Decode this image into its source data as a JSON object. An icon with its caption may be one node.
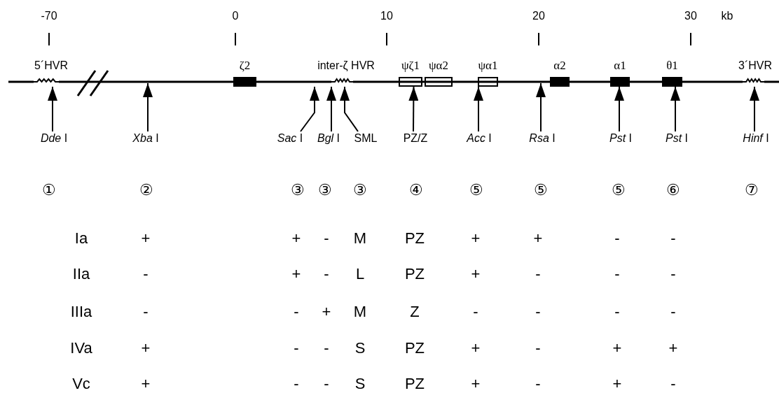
{
  "diagram": {
    "nodes": [
      {
        "text": [
          "5´HVR"
        ]
      },
      {
        "text": [
          "ζ2"
        ]
      },
      {
        "text": [
          "inter-ζ HVR"
        ]
      },
      {
        "text": [
          "ψζ1"
        ]
      },
      {
        "text": [
          "ψα2"
        ]
      },
      {
        "text": [
          "ψα1"
        ]
      },
      {
        "text": [
          "α2"
        ]
      },
      {
        "text": [
          "α1"
        ]
      },
      {
        "text": [
          "θ1"
        ]
      },
      {
        "text": [
          "3´HVR"
        ]
      },
      {
        "text": [
          "*Dde* I"
        ]
      },
      {
        "text": [
          "*Xba* I"
        ]
      },
      {
        "text": [
          "*Sac* I"
        ]
      },
      {
        "text": [
          "*Bgl* I"
        ]
      },
      {
        "text": [
          "SML"
        ]
      },
      {
        "text": [
          "PZ/Z"
        ]
      },
      {
        "text": [
          "*Acc* I"
        ]
      },
      {
        "text": [
          "*Rsa* I"
        ]
      },
      {
        "text": [
          "*Pst* I"
        ]
      },
      {
        "text": [
          "*Pst* I"
        ]
      },
      {
        "text": [
          "*Hinf* I"
        ]
      },
      {
        "text": [],
        "shape": "bar"
      }
    ],
    "edges": [
      {
        "from": 10,
        "to": 0,
        "arrow": "to"
      },
      {
        "from": 11,
        "to": 21,
        "arrow": "to"
      },
      {
        "from": 12,
        "to": 2,
        "arrow": "to"
      },
      {
        "from": 13,
        "to": 2,
        "arrow": "to"
      },
      {
        "from": 14,
        "to": 2,
        "arrow": "to"
      },
      {
        "from": 15,
        "to": 3,
        "arrow": "to"
      },
      {
        "from": 16,
        "to": 5,
        "arrow": "to"
      },
      {
        "from": 17,
        "to": 21,
        "arrow": "to"
      },
      {
        "from": 18,
        "to": 7,
        "arrow": "to"
      },
      {
        "from": 19,
        "to": 8,
        "arrow": "to"
      },
      {
        "from": 20,
        "to": 9,
        "arrow": "to"
      }
    ],
    "labels": [
      "-70",
      "0",
      "10",
      "20",
      "30",
      "kb",
      "①",
      "②",
      "③",
      "③",
      "③",
      "④",
      "⑤",
      "⑤",
      "⑤",
      "⑥",
      "⑦",
      "Ia",
      "+",
      "+",
      "-",
      "M",
      "PZ",
      "+",
      "+",
      "-",
      "-",
      "IIa",
      "-",
      "+",
      "-",
      "L",
      "PZ",
      "+",
      "-",
      "-",
      "-",
      "IIIa",
      "-",
      "-",
      "+",
      "M",
      "Z",
      "-",
      "-",
      "-",
      "-",
      "IVa",
      "+",
      "-",
      "-",
      "S",
      "PZ",
      "+",
      "-",
      "+",
      "+",
      "Vc",
      "+",
      "-",
      "-",
      "S",
      "PZ",
      "+",
      "-",
      "+",
      "-"
    ]
  }
}
